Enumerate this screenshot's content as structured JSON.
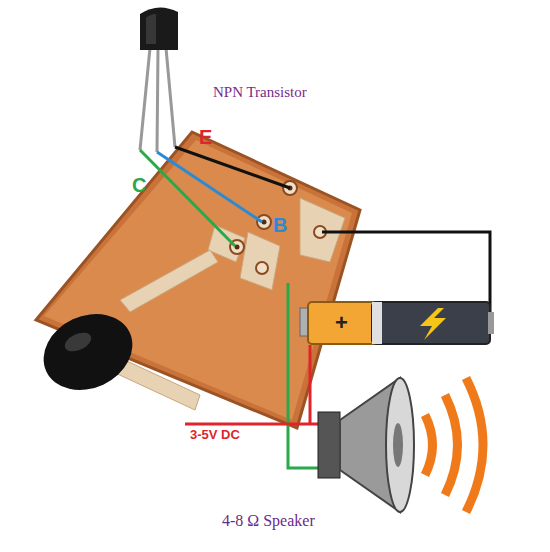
{
  "diagram": {
    "labels": [
      "NPN Transistor",
      "E",
      "B",
      "C",
      "+",
      "3-5V DC",
      "4-8 Ω Speaker"
    ]
  }
}
